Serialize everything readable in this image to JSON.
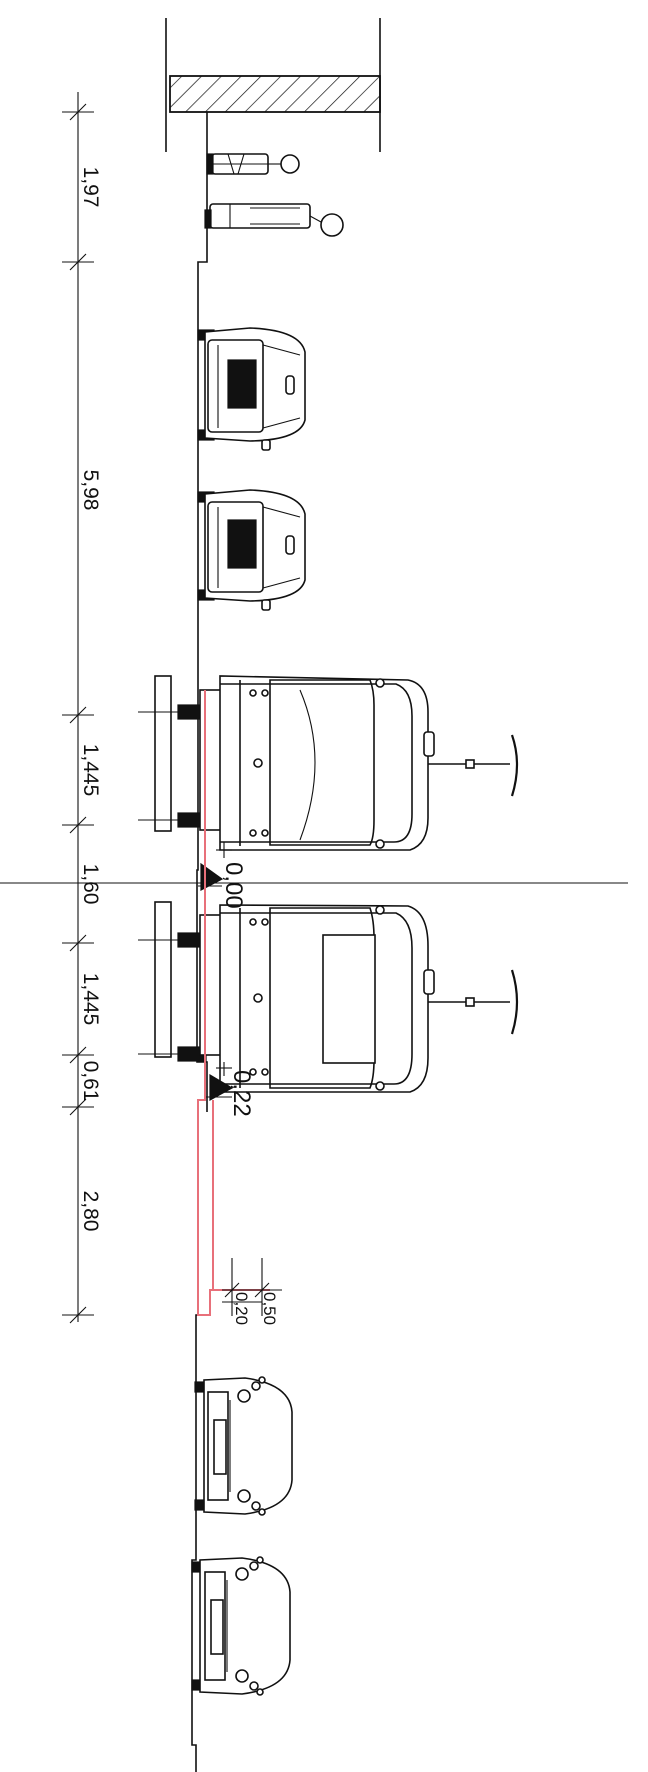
{
  "dimensions": [
    {
      "label": "1,97"
    },
    {
      "label": "5,98"
    },
    {
      "label": "1,445"
    },
    {
      "label": "1,60"
    },
    {
      "label": "1,445"
    },
    {
      "label": "0,61"
    },
    {
      "label": "2,80"
    }
  ],
  "levels": [
    {
      "label": "0,00"
    },
    {
      "label": "0,22"
    }
  ],
  "kerb": [
    {
      "label": "0,50"
    },
    {
      "label": "0,20"
    }
  ],
  "colors": {
    "line": "#111111",
    "cycle_lane_outline": "#e8707a",
    "hatch": "#111111"
  }
}
